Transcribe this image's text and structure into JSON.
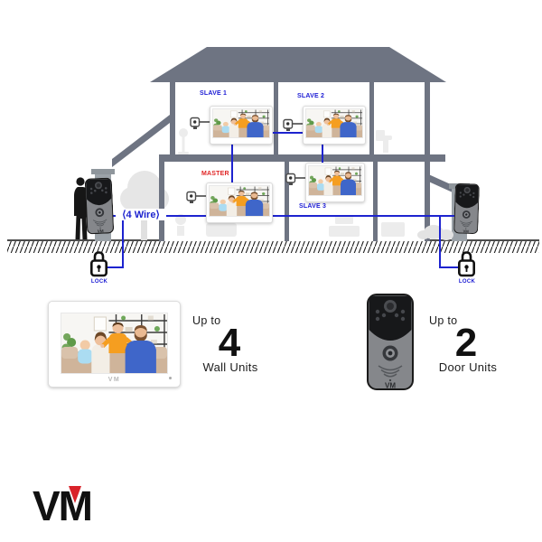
{
  "diagram": {
    "monitors": {
      "slave1": {
        "label": "SLAVE 1"
      },
      "slave2": {
        "label": "SLAVE 2"
      },
      "master": {
        "label": "MASTER"
      },
      "slave3": {
        "label": "SLAVE 3"
      }
    },
    "wire_label": "⟨4 Wire⟩",
    "locks": {
      "left": "LOCK",
      "right": "LOCK"
    }
  },
  "products": {
    "wall_unit": {
      "prefix": "Up to",
      "count": "4",
      "name": "Wall Units",
      "bezel_logo": "VM"
    },
    "door_unit": {
      "prefix": "Up to",
      "count": "2",
      "name": "Door Units",
      "device_logo": "VM"
    }
  },
  "brand": {
    "logo": "VM"
  },
  "icons": {
    "padlock": "padlock-icon",
    "door_station": "door-station-icon",
    "wall_bracket": "wall-bracket-icon",
    "person": "person-silhouette"
  },
  "colors": {
    "wire_blue": "#1d23cf",
    "label_blue": "#1b1bd4",
    "master_red": "#e02525",
    "house_gray": "#6e7482",
    "brand_red": "#d9232a"
  }
}
